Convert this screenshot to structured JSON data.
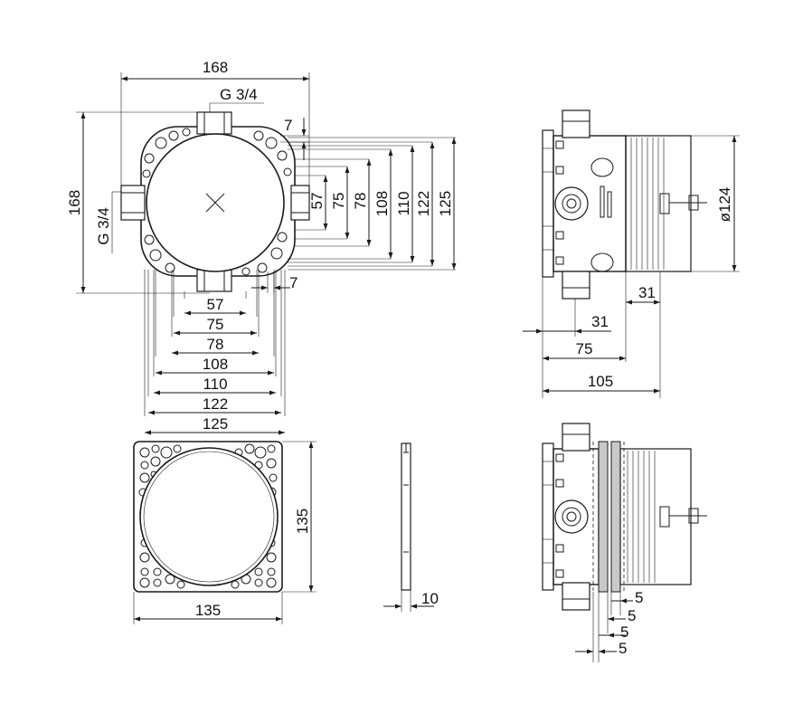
{
  "labels": {
    "top_width": "168",
    "top_thread": "G 3/4",
    "side_height": "168",
    "side_thread": "G 3/4",
    "offset_top": "7",
    "offset_bottom": "7",
    "v57": "57",
    "v75": "75",
    "v78": "78",
    "v108": "108",
    "v110": "110",
    "v122": "122",
    "v125": "125",
    "h57": "57",
    "h75": "75",
    "h78": "78",
    "h108": "108",
    "h110": "110",
    "h122": "122",
    "h125": "125",
    "plate_height": "135",
    "plate_width": "135",
    "plate_thickness": "10",
    "diameter": "ø124",
    "side_31_a": "31",
    "side_31_b": "31",
    "side_75": "75",
    "side_105": "105",
    "step_5_a": "5",
    "step_5_b": "5",
    "step_5_c": "5",
    "step_5_d": "5"
  }
}
